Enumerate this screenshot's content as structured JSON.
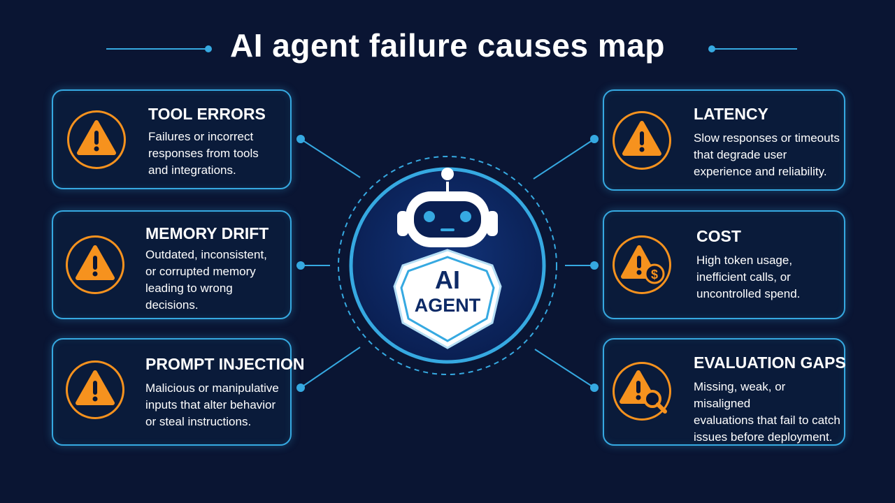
{
  "title": "AI agent failure causes map",
  "hub": {
    "label_line1": "AI",
    "label_line2": "AGENT"
  },
  "colors": {
    "background": "#0a1533",
    "accent": "#36a9e1",
    "warning": "#f6921e",
    "hub_fill": "#0d2a66"
  },
  "causes": [
    {
      "title": "TOOL ERRORS",
      "description": "Failures or incorrect\nresponses from tools\nand integrations.",
      "icon": "warning-icon"
    },
    {
      "title": "MEMORY DRIFT",
      "description": "Outdated, inconsistent,\nor corrupted memory\nleading to wrong\ndecisions.",
      "icon": "warning-icon"
    },
    {
      "title": "PROMPT INJECTION",
      "description": "Malicious or manipulative\ninputs that alter behavior\nor steal instructions.",
      "icon": "warning-icon"
    },
    {
      "title": "LATENCY",
      "description": "Slow responses or timeouts\nthat degrade user\nexperience and reliability.",
      "icon": "warning-icon"
    },
    {
      "title": "COST",
      "description": "High token usage,\ninefficient calls, or\nuncontrolled spend.",
      "icon": "warning-dollar-icon"
    },
    {
      "title": "EVALUATION GAPS",
      "description": "Missing, weak, or misaligned\nevaluations that fail to catch\nissues before deployment.",
      "icon": "warning-magnifier-icon"
    }
  ]
}
